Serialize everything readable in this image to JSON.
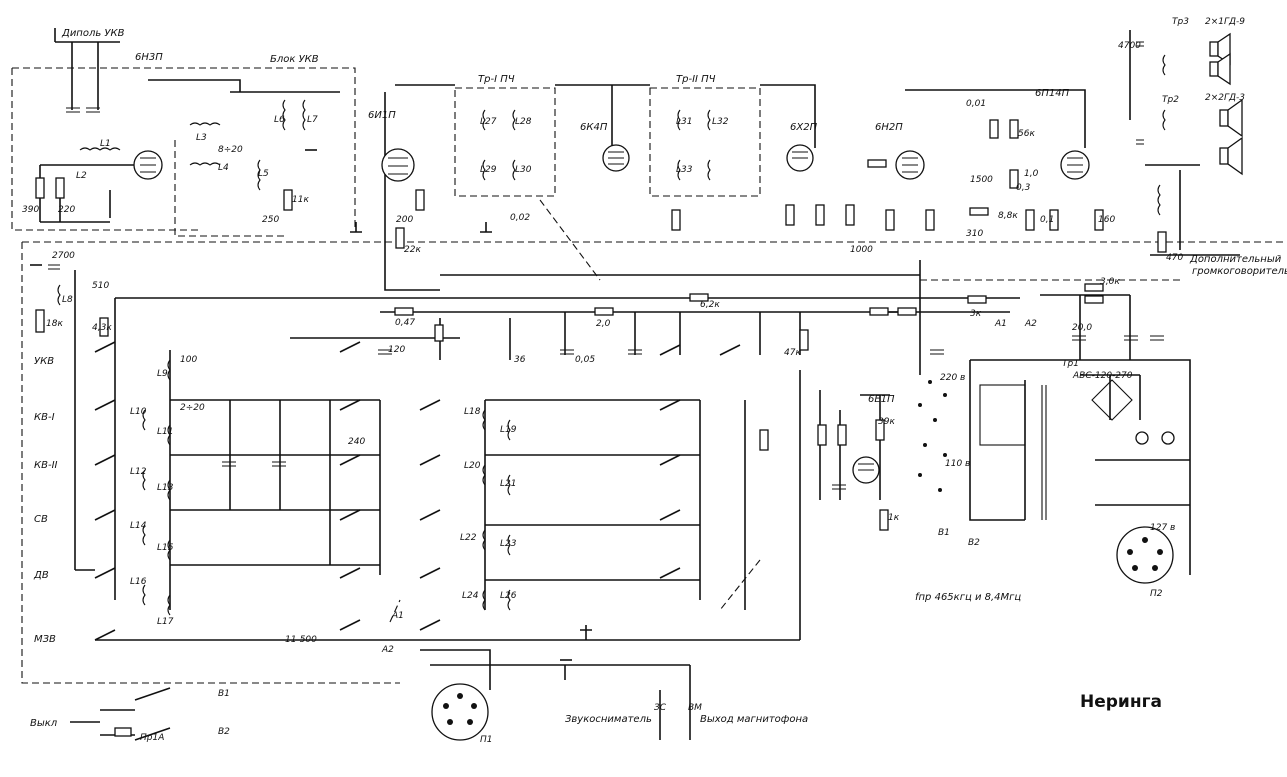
{
  "title": "Неринга",
  "frequency_note": "fпр 465кгц и 8,4Мгц",
  "blocks": {
    "ukv_block": "Блок УКВ",
    "dipole": "Диполь УКВ",
    "extra_speaker_1": "Дополнительный",
    "extra_speaker_2": "громкоговоритель",
    "pickup": "Звукосниматель",
    "tape_out": "Выход магнитофона",
    "power_off": "Выкл",
    "switch_pr1a": "Пр1А",
    "plug_p1": "П1",
    "plug_p2": "П2"
  },
  "tubes": [
    {
      "name": "6Н3П"
    },
    {
      "name": "6И1П"
    },
    {
      "name": "6К4П"
    },
    {
      "name": "6Х2П"
    },
    {
      "name": "6Н2П"
    },
    {
      "name": "6П14П"
    },
    {
      "name": "6Е1П"
    }
  ],
  "transformers": [
    {
      "name": "Тр-I ПЧ"
    },
    {
      "name": "Тр-II ПЧ"
    },
    {
      "name": "Тр3"
    },
    {
      "name": "Тр2"
    },
    {
      "name": "Тр1"
    },
    {
      "name": "АВС-120-270"
    }
  ],
  "speakers": [
    {
      "label": "2×1ГД-9"
    },
    {
      "label": "2×2ГД-3"
    }
  ],
  "bands": [
    {
      "label": "УКВ"
    },
    {
      "label": "КВ-I"
    },
    {
      "label": "КВ-II"
    },
    {
      "label": "СВ"
    },
    {
      "label": "ДВ"
    },
    {
      "label": "МЗВ"
    }
  ],
  "coils": [
    "L1",
    "L2",
    "L3",
    "L4",
    "L5",
    "L6",
    "L7",
    "L8",
    "L9",
    "L10",
    "L11",
    "L12",
    "L13",
    "L14",
    "L15",
    "L16",
    "L17",
    "L18",
    "L19",
    "L20",
    "L21",
    "L22",
    "L23",
    "L24",
    "L26",
    "L27",
    "L28",
    "L29",
    "L30",
    "L31",
    "L32",
    "L33"
  ],
  "components": [
    "390",
    "220",
    "2700",
    "510",
    "18к",
    "4,3к",
    "100",
    "240",
    "120",
    "200",
    "22к",
    "0,47",
    "2,0",
    "6,2к",
    "47к",
    "36",
    "0,02",
    "0,05",
    "1000",
    "0,01",
    "56к",
    "1500",
    "8,8к",
    "310",
    "160",
    "4700",
    "470",
    "20,0",
    "3,0к",
    "1,0",
    "0,1",
    "0,3",
    "11-500",
    "2÷20",
    "8÷20",
    "11к",
    "250",
    "3к",
    "39к",
    "1к"
  ],
  "mains": {
    "v127": "127 в",
    "v220": "220 в",
    "v110": "110 в"
  },
  "connectors": [
    "А1",
    "А2",
    "В1",
    "В2",
    "ЗС",
    "ВМ"
  ],
  "colors": {
    "ink": "#111111",
    "paper": "#ffffff"
  }
}
